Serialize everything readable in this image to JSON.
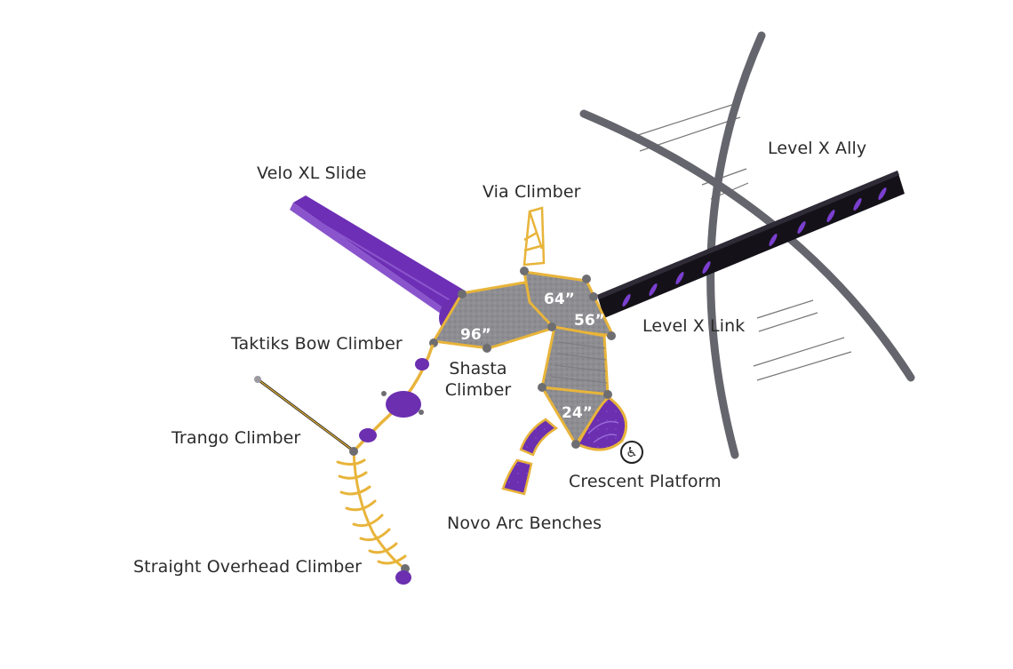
{
  "labels": {
    "level_x_ally": "Level X Ally",
    "velo_xl_slide": "Velo XL Slide",
    "via_climber": "Via Climber",
    "level_x_link": "Level X Link",
    "taktiks_bow_climber": "Taktiks Bow Climber",
    "shasta_climber_line1": "Shasta",
    "shasta_climber_line2": "Climber",
    "trango_climber": "Trango Climber",
    "crescent_platform": "Crescent Platform",
    "novo_arc_benches": "Novo Arc Benches",
    "straight_overhead_climber": "Straight Overhead Climber"
  },
  "deck_heights": {
    "deck_96": "96”",
    "deck_64": "64”",
    "deck_56": "56”",
    "deck_24": "24”"
  },
  "icons": {
    "accessibility": "wheelchair-icon"
  },
  "colors": {
    "purple": "#6b2fb0",
    "deck_gray": "#8a8a8e",
    "post_gray": "#6e6e72",
    "frame_gray": "#6c6c74",
    "yellow": "#e8b43a",
    "black_link": "#141218",
    "text": "#2b2b2b"
  }
}
